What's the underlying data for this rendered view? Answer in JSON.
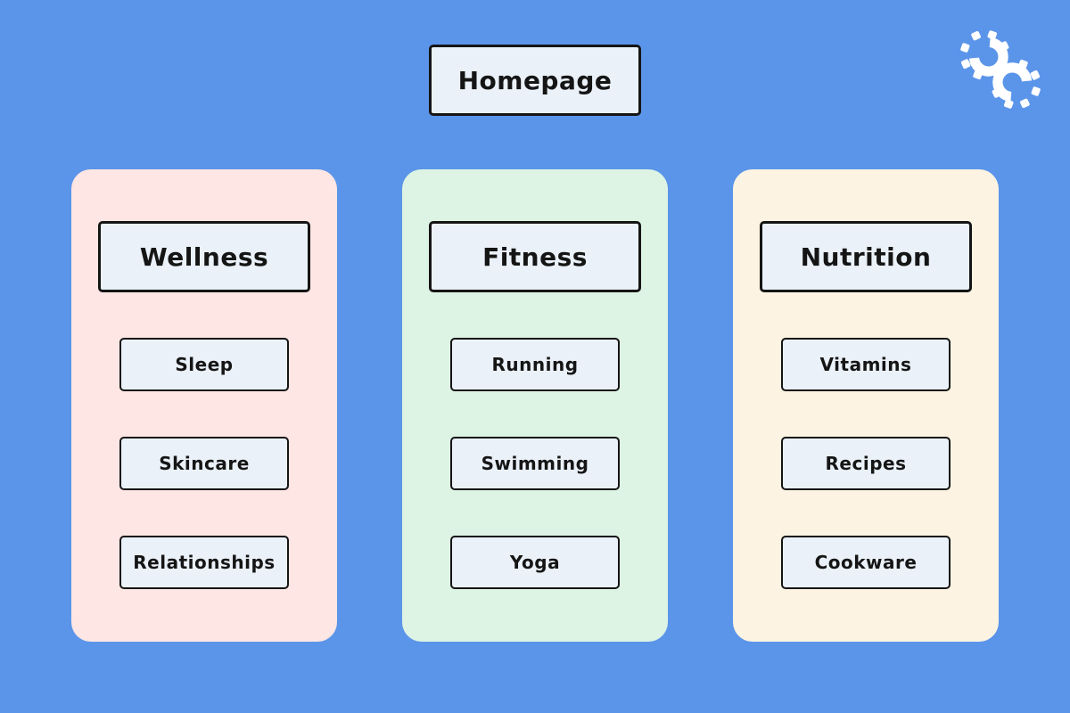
{
  "root": {
    "label": "Homepage"
  },
  "logo": {
    "name": "interlocking-gears-logo",
    "color": "#ffffff"
  },
  "colors": {
    "background": "#5b95e9",
    "node_fill": "#eaf1f8",
    "node_border": "#151515",
    "wellness_bg": "#fde6e3",
    "fitness_bg": "#ddf3e4",
    "nutrition_bg": "#fcf3e2"
  },
  "columns": [
    {
      "title": "Wellness",
      "bg": "#fde6e3",
      "items": [
        "Sleep",
        "Skincare",
        "Relationships"
      ]
    },
    {
      "title": "Fitness",
      "bg": "#ddf3e4",
      "items": [
        "Running",
        "Swimming",
        "Yoga"
      ]
    },
    {
      "title": "Nutrition",
      "bg": "#fcf3e2",
      "items": [
        "Vitamins",
        "Recipes",
        "Cookware"
      ]
    }
  ]
}
